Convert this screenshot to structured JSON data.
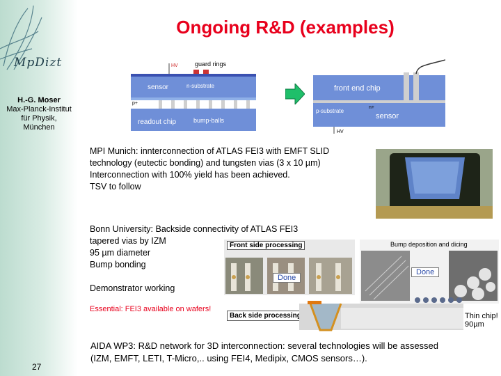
{
  "slide": {
    "title": "Ongoing R&D (examples)",
    "logo_text": "MpDizt",
    "author_lines": [
      "H.-G. Moser",
      "Max-Planck-Institut",
      "für Physik,",
      "München"
    ],
    "page_number": "27"
  },
  "diagram_left": {
    "labels": {
      "hv": "HV",
      "guard_rings": "guard rings",
      "sensor": "sensor",
      "n_substrate": "n-substrate",
      "p_plus": "p+",
      "readout_chip": "readout chip",
      "bump_balls": "bump-balls"
    }
  },
  "diagram_right": {
    "labels": {
      "front_end_chip": "front end chip",
      "n_plus": "n+",
      "p_substrate": "p-substrate",
      "sensor": "sensor",
      "hv": "HV"
    }
  },
  "mpi": {
    "heading": "MPI Munich",
    "line1": ": innterconnection of ATLAS FEI3 with EMFT SLID",
    "line2": "technology (eutectic bonding) and tungsten vias (3 x 10 µm)",
    "line3": "Interconnection with 100% yield has been achieved.",
    "line4": "TSV to follow"
  },
  "bonn": {
    "heading": "Bonn University",
    "line1": ": Backside connectivity of ATLAS FEI3",
    "line2": "tapered vias by IZM",
    "line3": "95 µm diameter",
    "line4": "Bump bonding",
    "line5": "Demonstrator working"
  },
  "photos": {
    "front_side": "Front side processing",
    "done1": "Done",
    "bump_deposition": "Bump deposition and dicing",
    "done2": "Done",
    "back_side": "Back side processing",
    "thin_chip": "Thin chip!",
    "thickness": "90µm"
  },
  "essential": "Essential: FEI3 available on wafers!",
  "aida": {
    "line1": "AIDA WP3: R&D network for 3D interconnection: several technologies will be assessed",
    "line2": "(IZM, EMFT, LETI, T-Micro,.. using FEI4, Medipix, CMOS sensors…)."
  },
  "colors": {
    "title": "#e8001c",
    "diagram_blue": "#6f8fd8",
    "arrow_green": "#1fbf6a"
  }
}
